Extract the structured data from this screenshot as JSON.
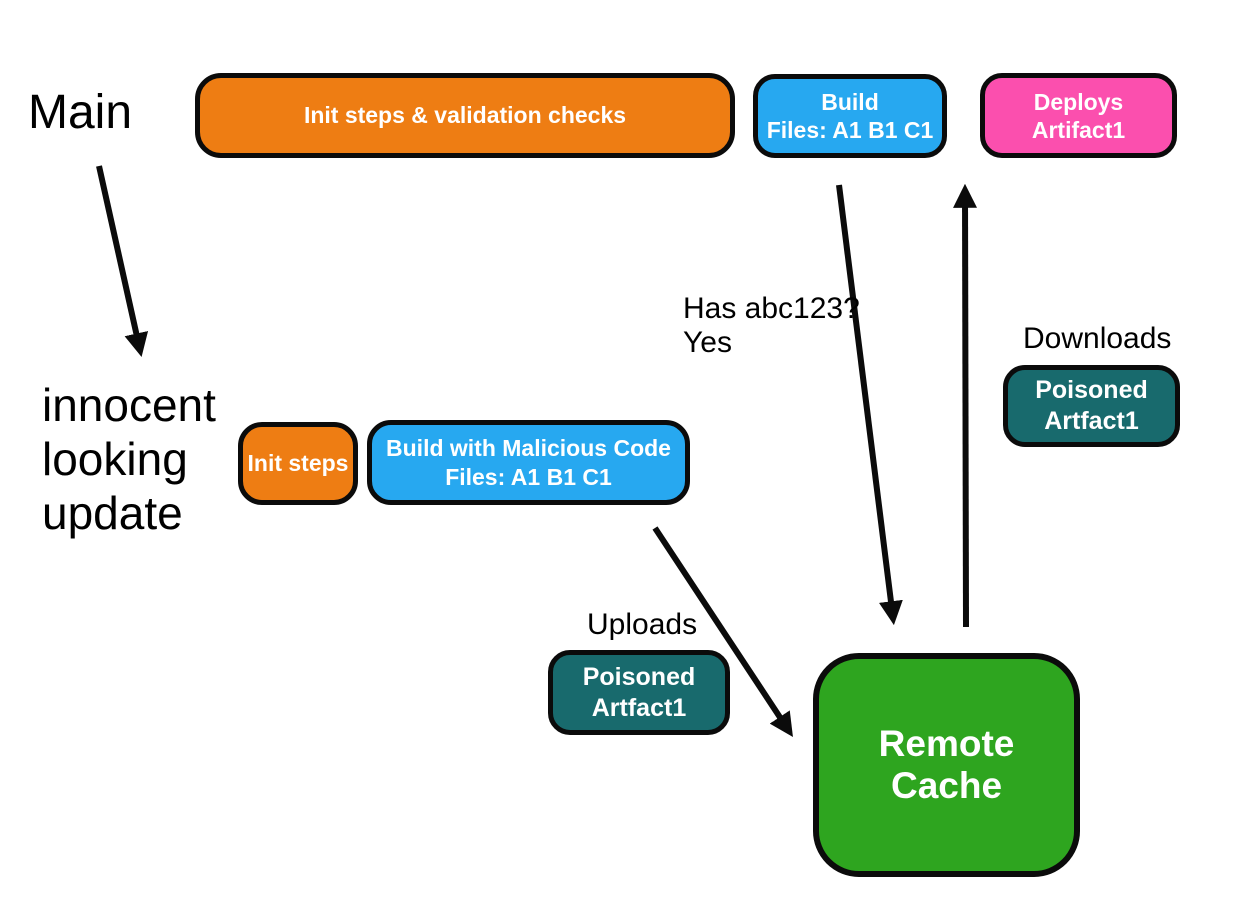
{
  "diagram": {
    "colors": {
      "background": "#ffffff",
      "orange": "#EE7D13",
      "blue": "#27A8F0",
      "pink": "#FB4FAE",
      "teal": "#186A6D",
      "green": "#2EA51F",
      "stroke": "#0b0b0b",
      "text": "#000000",
      "box_text": "#ffffff"
    },
    "labels": {
      "main": "Main",
      "innocent_update": "innocent\nlooking\nupdate",
      "has_abc123": "Has abc123?\nYes",
      "downloads": "Downloads",
      "uploads": "Uploads"
    },
    "nodes": {
      "init_validation": "Init steps & validation checks",
      "build": "Build\nFiles: A1 B1 C1",
      "deploys": "Deploys\nArtifact1",
      "init_steps": "Init steps",
      "build_malicious": "Build with Malicious Code\nFiles: A1 B1 C1",
      "poisoned_download": "Poisoned\nArtfact1",
      "poisoned_upload": "Poisoned\nArtfact1",
      "remote_cache": "Remote Cache"
    }
  }
}
